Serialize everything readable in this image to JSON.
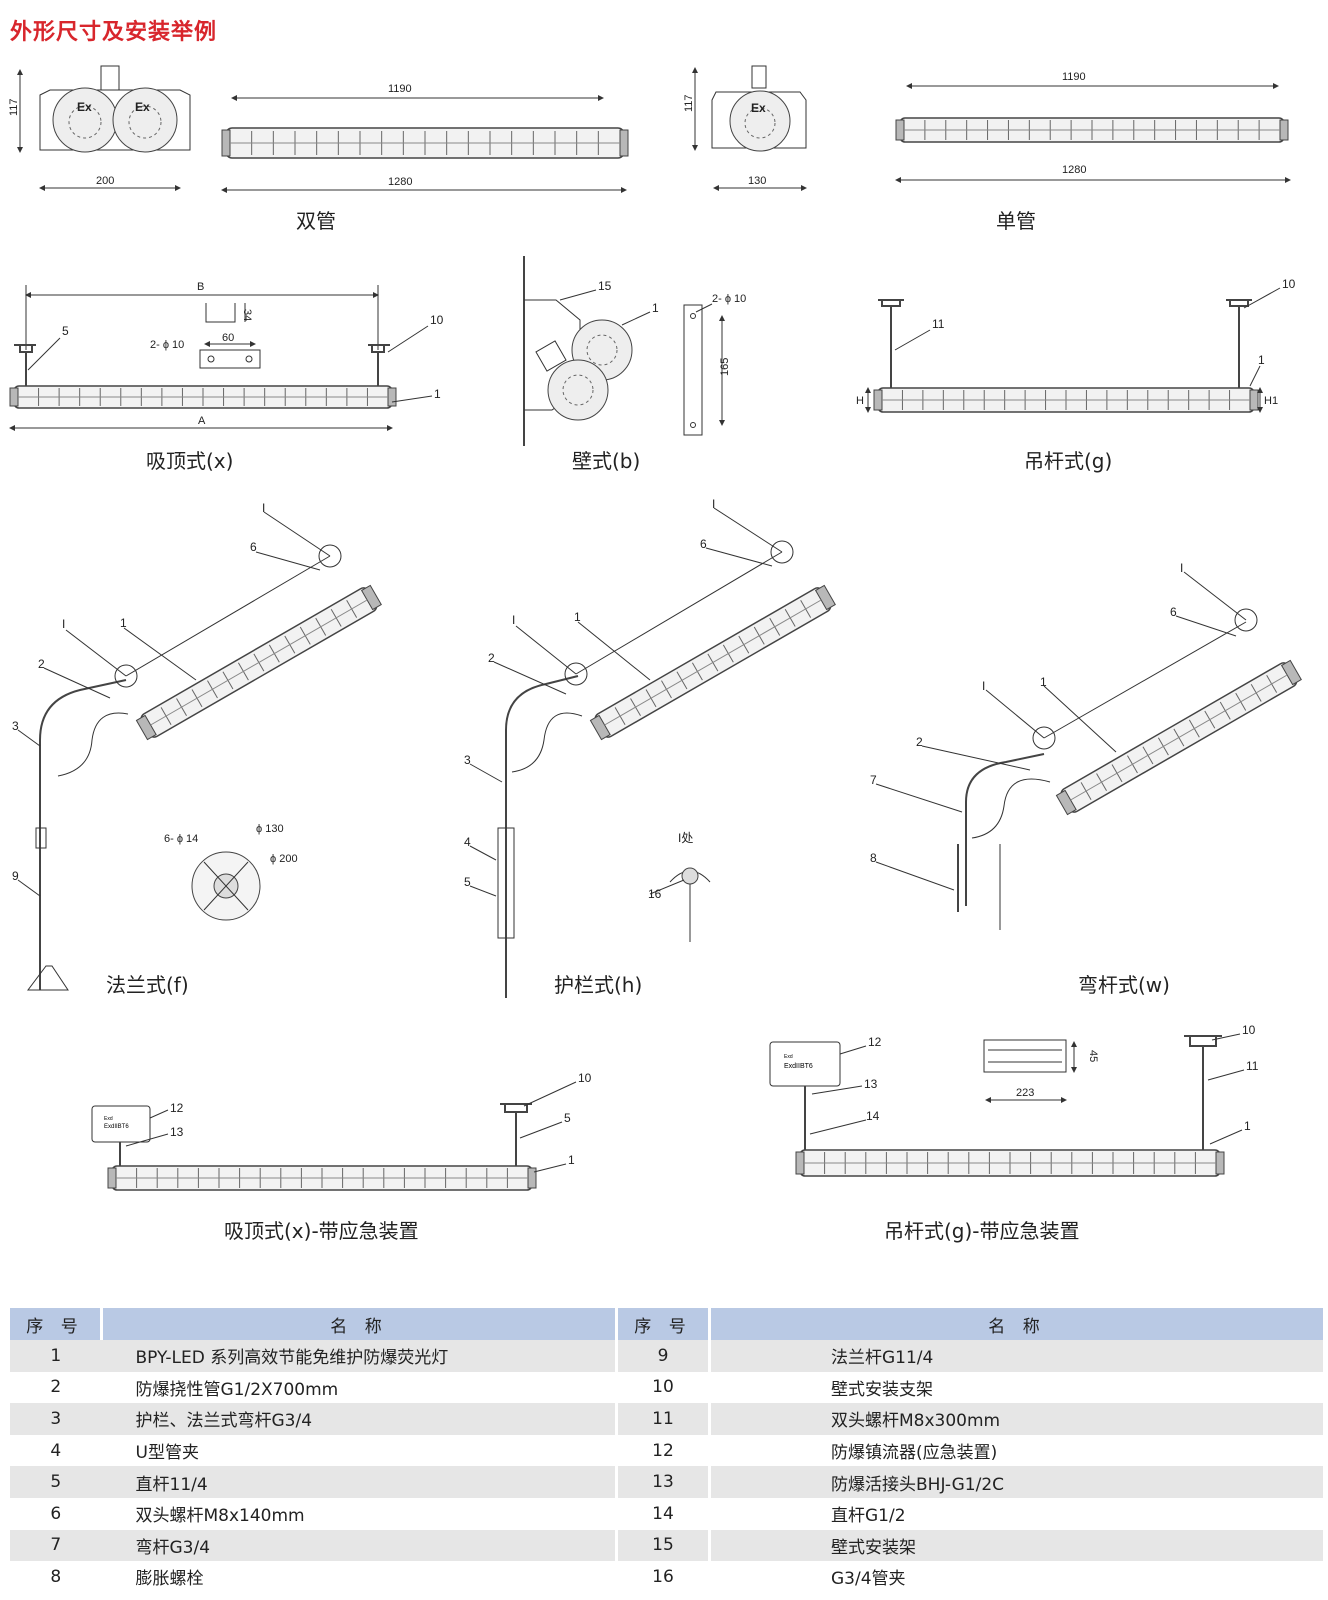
{
  "page_title": "外形尺寸及安装举例",
  "captions": {
    "double_tube": "双管",
    "single_tube": "单管",
    "ceiling": "吸顶式(x)",
    "wall": "壁式(b)",
    "pendant": "吊杆式(g)",
    "flange": "法兰式(f)",
    "guardrail": "护栏式(h)",
    "bent_pole": "弯杆式(w)",
    "ceiling_emergency": "吸顶式(x)-带应急装置",
    "pendant_emergency": "吊杆式(g)-带应急装置"
  },
  "dimensions": {
    "d117a": "117",
    "d200": "200",
    "d1190a": "1190",
    "d1280a": "1280",
    "d117b": "117",
    "d130": "130",
    "d1190b": "1190",
    "d1280b": "1280",
    "B": "B",
    "A": "A",
    "d34": "34",
    "d60": "60",
    "hole2_10a": "2- ϕ 10",
    "hole2_10b": "2- ϕ 10",
    "d165": "165",
    "H": "H",
    "H1": "H1",
    "hole6_14": "6- ϕ 14",
    "phi130": "ϕ 130",
    "phi200": "ϕ 200",
    "detail_I": "I处",
    "d223": "223",
    "d45": "45",
    "box_label_1": "Exd",
    "box_label_2": "ExdIIBT6"
  },
  "labels": {
    "ex": "Ex",
    "roman_I": "I"
  },
  "table": {
    "headers": [
      "序 号",
      "名 称",
      "序 号",
      "名 称"
    ],
    "rows": [
      {
        "n1": "1",
        "name1": "BPY-LED 系列高效节能免维护防爆荧光灯",
        "n2": "9",
        "name2": "法兰杆G11/4"
      },
      {
        "n1": "2",
        "name1": "防爆挠性管G1/2X700mm",
        "n2": "10",
        "name2": "壁式安装支架"
      },
      {
        "n1": "3",
        "name1": "护栏、法兰式弯杆G3/4",
        "n2": "11",
        "name2": "双头螺杆M8x300mm"
      },
      {
        "n1": "4",
        "name1": "U型管夹",
        "n2": "12",
        "name2": "防爆镇流器(应急装置)"
      },
      {
        "n1": "5",
        "name1": "直杆11/4",
        "n2": "13",
        "name2": "防爆活接头BHJ-G1/2C"
      },
      {
        "n1": "6",
        "name1": "双头螺杆M8x140mm",
        "n2": "14",
        "name2": "直杆G1/2"
      },
      {
        "n1": "7",
        "name1": "弯杆G3/4",
        "n2": "15",
        "name2": "壁式安装架"
      },
      {
        "n1": "8",
        "name1": "膨胀螺栓",
        "n2": "16",
        "name2": "G3/4管夹"
      }
    ]
  }
}
